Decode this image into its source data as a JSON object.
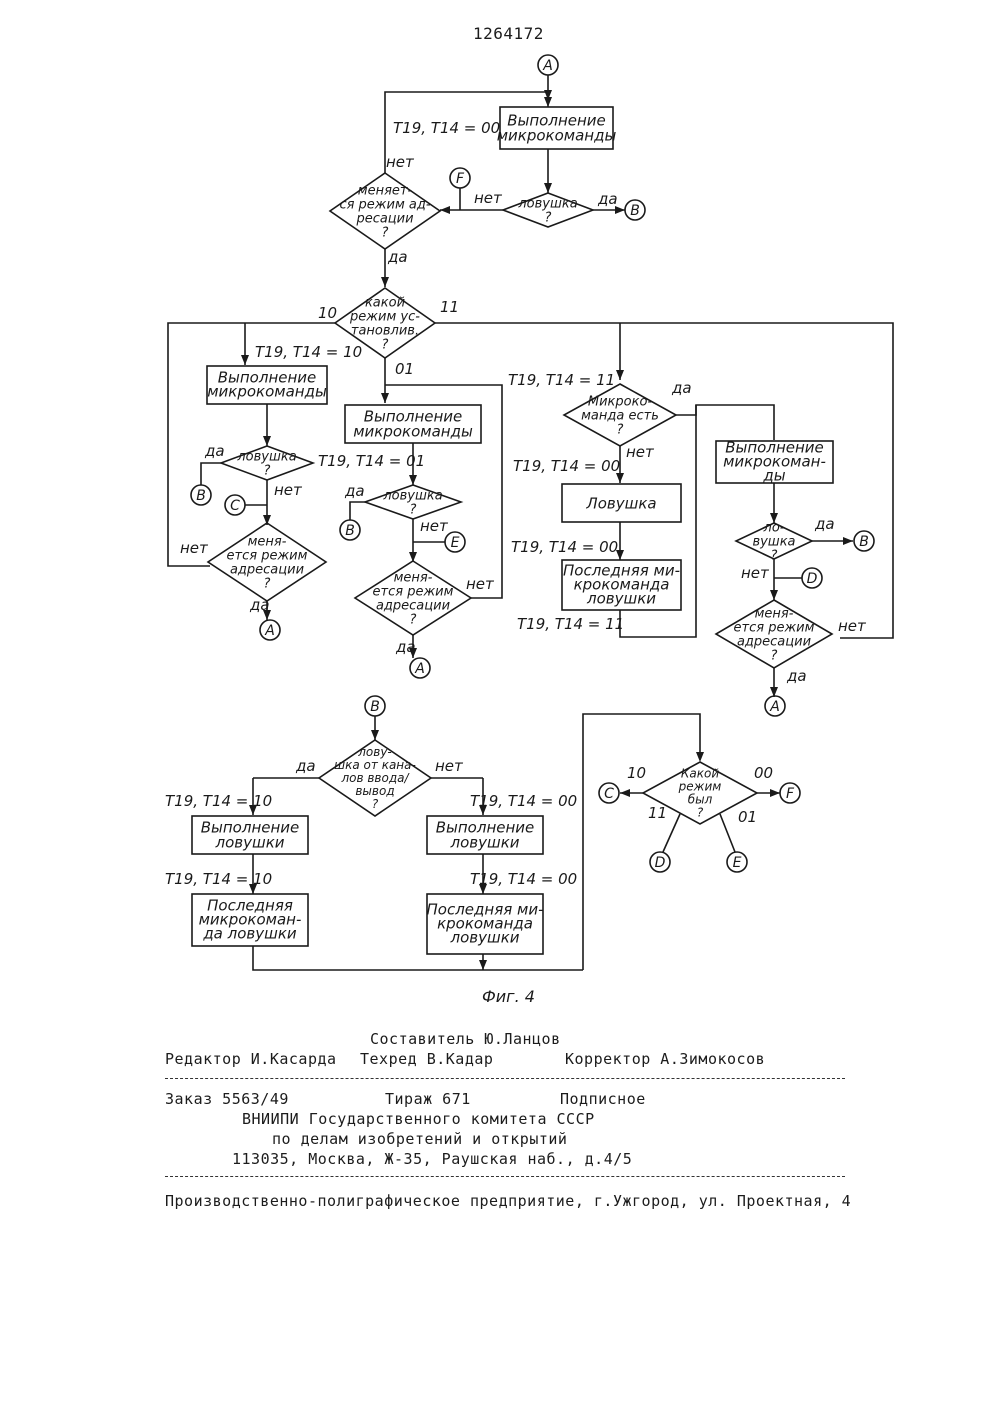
{
  "patent_number": "1264172",
  "figure_caption": "Фиг. 4",
  "nodes": {
    "exec1": [
      "Выполнение",
      "микрокоманды"
    ],
    "d_mode_change_top": [
      "меняет-",
      "ся режим ад-",
      "ресации",
      "?"
    ],
    "d_trap_top": [
      "ловушка",
      "?"
    ],
    "d_which_mode": [
      "какой",
      "режим ус-",
      "тановлив.",
      "?"
    ],
    "exec_10": [
      "Выполнение",
      "микрокоманды"
    ],
    "d_trap_10": [
      "ловушка",
      "?"
    ],
    "d_change_10": [
      "меня-",
      "ется режим",
      "адресации",
      "?"
    ],
    "exec_01": [
      "Выполнение",
      "микрокоманды"
    ],
    "d_trap_01": [
      "ловушка",
      "?"
    ],
    "d_change_01": [
      "меня-",
      "ется режим",
      "адресации",
      "?"
    ],
    "d_micro_exists": [
      "Микроко-",
      "манда есть",
      "?"
    ],
    "trap_box": [
      "Ловушка"
    ],
    "last_micro_trap_11": [
      "Последняя ми-",
      "крокоманда",
      "ловушки"
    ],
    "exec_11": [
      "Выполнение",
      "микрокоман-",
      "ды"
    ],
    "d_trap_11": [
      "ло-",
      "вушка",
      "?"
    ],
    "d_change_11": [
      "меня-",
      "ется режим",
      "адресации",
      "?"
    ],
    "d_trap_io": [
      "лову-",
      "шка от кана-",
      "лов ввода/",
      "вывод",
      "?"
    ],
    "exec_trap_left": [
      "Выполнение",
      "ловушки"
    ],
    "last_trap_left": [
      "Последняя",
      "микрокоман-",
      "да ловушки"
    ],
    "exec_trap_right": [
      "Выполнение",
      "ловушки"
    ],
    "last_trap_right": [
      "Последняя ми-",
      "крокоманда",
      "ловушки"
    ],
    "d_which_was": [
      "Какой",
      "режим",
      "был",
      "?"
    ]
  },
  "connectors": {
    "A": "A",
    "B": "B",
    "C": "C",
    "D": "D",
    "E": "E",
    "F": "F"
  },
  "labels": {
    "yes": "да",
    "no": "нет",
    "t_00": "T19, T14 = 00",
    "t_10": "T19, T14 = 10",
    "t_01": "T19, T14 = 01",
    "t_11": "T19, T14 = 11",
    "code_10": "10",
    "code_11": "11",
    "code_01": "01",
    "code_00": "00"
  },
  "footer": {
    "compiler": "Составитель Ю.Ланцов",
    "editor": "Редактор И.Касарда",
    "techred": "Техред В.Кадар",
    "corrector": "Корректор А.Зимокосов",
    "order": "Заказ 5563/49",
    "circulation": "Тираж 671",
    "subscription": "Подписное",
    "org_line1": "ВНИИПИ Государственного комитета СССР",
    "org_line2": "по делам изобретений и открытий",
    "address": "113035, Москва, Ж-35, Раушская наб., д.4/5",
    "printer": "Производственно-полиграфическое предприятие, г.Ужгород, ул. Проектная, 4"
  }
}
